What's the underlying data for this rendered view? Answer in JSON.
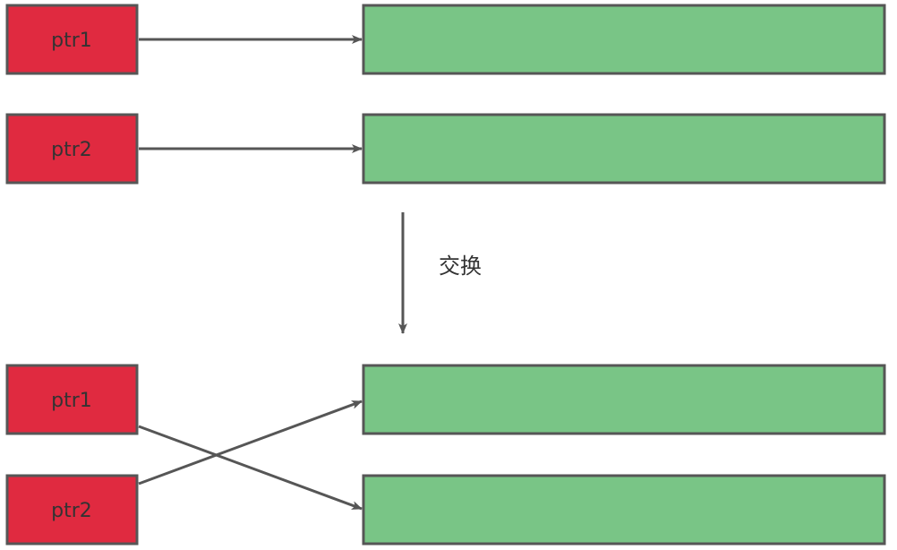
{
  "colors": {
    "pointer_fill": "#e02a40",
    "block_fill": "#79c586",
    "stroke": "#565656",
    "arrow": "#565656",
    "text": "#333333"
  },
  "before": {
    "ptr1_label": "ptr1",
    "ptr2_label": "ptr2"
  },
  "step": {
    "label": "交换"
  },
  "after": {
    "ptr1_label": "ptr1",
    "ptr2_label": "ptr2"
  }
}
